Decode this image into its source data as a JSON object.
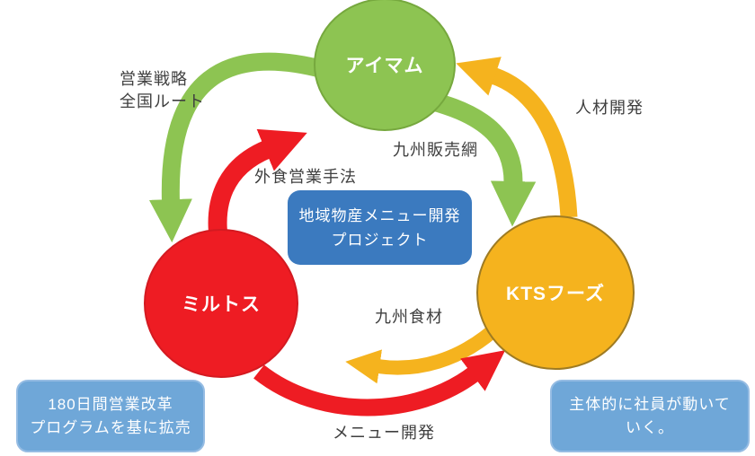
{
  "diagram": {
    "center_box": {
      "line1": "地域物産メニュー開発",
      "line2": "プロジェクト"
    },
    "nodes": [
      {
        "id": "aimamu",
        "label": "アイマム",
        "color": "#8DC452",
        "border": "#76A83E"
      },
      {
        "id": "mirutosu",
        "label": "ミルトス",
        "color": "#EE1C23",
        "border": "#D41A21"
      },
      {
        "id": "kts",
        "label": "KTSフーズ",
        "color": "#F5B31E",
        "border": "#9E7B23"
      }
    ],
    "edges": [
      {
        "from": "アイマム",
        "to": "ミルトス",
        "label_line1": "営業戦略",
        "label_line2": "全国ルート",
        "color": "#8DC452"
      },
      {
        "from": "ミルトス",
        "to": "アイマム",
        "label": "外食営業手法",
        "color": "#EE1C23"
      },
      {
        "from": "アイマム",
        "to": "KTSフーズ",
        "label": "九州販売網",
        "color": "#8DC452"
      },
      {
        "from": "KTSフーズ",
        "to": "アイマム",
        "label": "人材開発",
        "color": "#F5B31E"
      },
      {
        "from": "KTSフーズ",
        "to": "ミルトス",
        "label": "九州食材",
        "color": "#F5B31E"
      },
      {
        "from": "ミルトス",
        "to": "KTSフーズ",
        "label": "メニュー開発",
        "color": "#EE1C23"
      }
    ],
    "callouts": {
      "bottom_left": {
        "line1": "180日間営業改革",
        "line2": "プログラムを基に拡売"
      },
      "bottom_right": {
        "line1": "主体的に社員が動いて",
        "line2": "いく。"
      }
    }
  },
  "colors": {
    "background": "#FFFFFF",
    "green": "#8DC452",
    "green_border": "#76A83E",
    "red": "#EE1C23",
    "red_border": "#D41A21",
    "yellow": "#F5B31E",
    "yellow_border": "#9E7B23",
    "center_box_fill": "#3B7ABF",
    "callout_fill": "#6FA7D8",
    "callout_border": "#95BCE3",
    "label_text": "#3F3F3F",
    "node_text": "#FFFFFF"
  }
}
